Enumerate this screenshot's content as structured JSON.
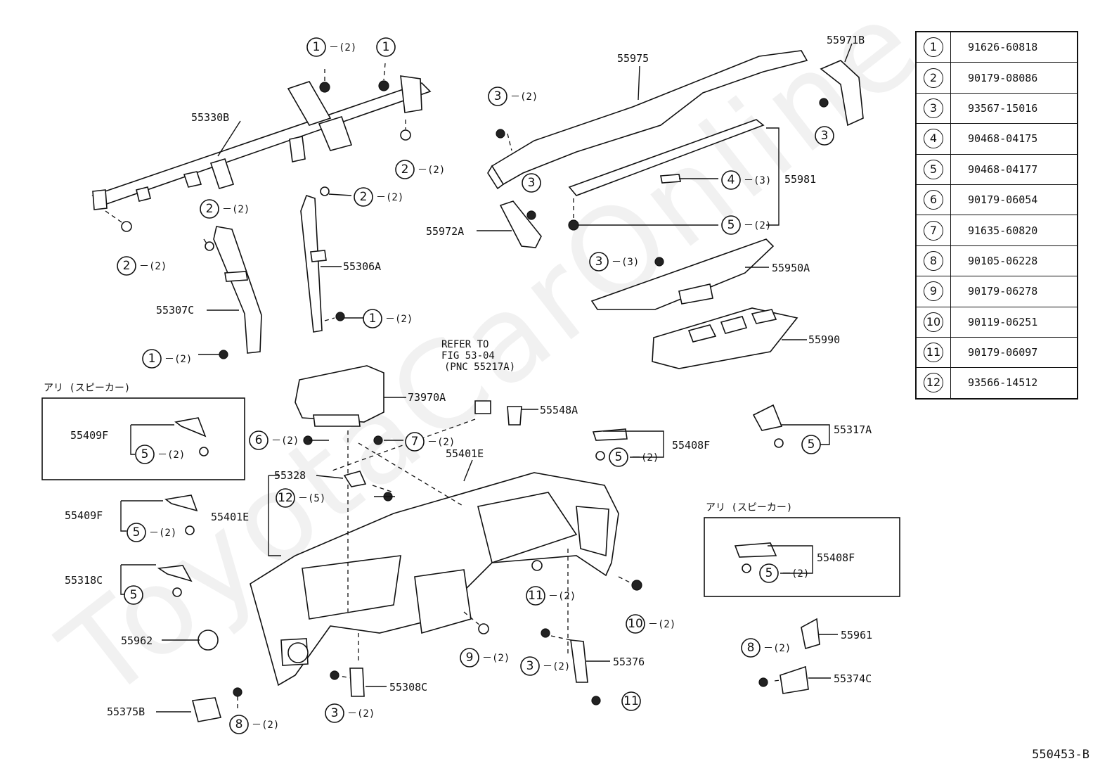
{
  "watermark": "ToyotaCarOnline",
  "figure_code": "550453-B",
  "legend": [
    {
      "num": "1",
      "part_no": "91626-60818"
    },
    {
      "num": "2",
      "part_no": "90179-08086"
    },
    {
      "num": "3",
      "part_no": "93567-15016"
    },
    {
      "num": "4",
      "part_no": "90468-04175"
    },
    {
      "num": "5",
      "part_no": "90468-04177"
    },
    {
      "num": "6",
      "part_no": "90179-06054"
    },
    {
      "num": "7",
      "part_no": "91635-60820"
    },
    {
      "num": "8",
      "part_no": "90105-06228"
    },
    {
      "num": "9",
      "part_no": "90179-06278"
    },
    {
      "num": "10",
      "part_no": "90119-06251"
    },
    {
      "num": "11",
      "part_no": "90179-06097"
    },
    {
      "num": "12",
      "part_no": "93566-14512"
    }
  ],
  "labels": {
    "p55330B": "55330B",
    "p55307C": "55307C",
    "p55306A": "55306A",
    "p55975": "55975",
    "p55971B": "55971B",
    "p55981": "55981",
    "p55972A": "55972A",
    "p55950A": "55950A",
    "p55990": "55990",
    "p73970A": "73970A",
    "p55548A": "55548A",
    "p55401E_top": "55401E",
    "p55401E_side": "55401E",
    "p55328": "55328",
    "p55409F_box": "55409F",
    "p55409F": "55409F",
    "p55318C": "55318C",
    "p55962": "55962",
    "p55375B": "55375B",
    "p55308C": "55308C",
    "p55376": "55376",
    "p55408F": "55408F",
    "p55408F_box": "55408F",
    "p55317A": "55317A",
    "p55961": "55961",
    "p55374C": "55374C",
    "refer1": "REFER TO",
    "refer2": "FIG 53-04",
    "refer3": "(PNC 55217A)",
    "option_left": "アリ (スピーカー)",
    "option_right": "アリ (スピーカー)"
  },
  "callouts": [
    {
      "num": "1",
      "qty": "－(2)"
    },
    {
      "num": "1",
      "qty": ""
    },
    {
      "num": "2",
      "qty": "－(2)"
    },
    {
      "num": "2",
      "qty": "－(2)"
    },
    {
      "num": "2",
      "qty": "－(2)"
    },
    {
      "num": "2",
      "qty": "－(2)"
    },
    {
      "num": "1",
      "qty": "－(2)"
    },
    {
      "num": "1",
      "qty": "－(2)"
    },
    {
      "num": "3",
      "qty": "－(2)"
    },
    {
      "num": "3",
      "qty": ""
    },
    {
      "num": "3",
      "qty": ""
    },
    {
      "num": "4",
      "qty": "－(3)"
    },
    {
      "num": "5",
      "qty": "－(2)"
    },
    {
      "num": "3",
      "qty": "－(3)"
    },
    {
      "num": "6",
      "qty": "－(2)"
    },
    {
      "num": "7",
      "qty": "－(2)"
    },
    {
      "num": "5",
      "qty": "－(2)"
    },
    {
      "num": "5",
      "qty": ""
    },
    {
      "num": "5",
      "qty": "－(2)"
    },
    {
      "num": "12",
      "qty": "－(5)"
    },
    {
      "num": "5",
      "qty": "－(2)"
    },
    {
      "num": "5",
      "qty": ""
    },
    {
      "num": "11",
      "qty": "－(2)"
    },
    {
      "num": "10",
      "qty": "－(2)"
    },
    {
      "num": "9",
      "qty": "－(2)"
    },
    {
      "num": "3",
      "qty": "－(2)"
    },
    {
      "num": "11",
      "qty": ""
    },
    {
      "num": "3",
      "qty": "－(2)"
    },
    {
      "num": "8",
      "qty": "－(2)"
    },
    {
      "num": "5",
      "qty": "－(2)"
    },
    {
      "num": "8",
      "qty": "－(2)"
    }
  ]
}
